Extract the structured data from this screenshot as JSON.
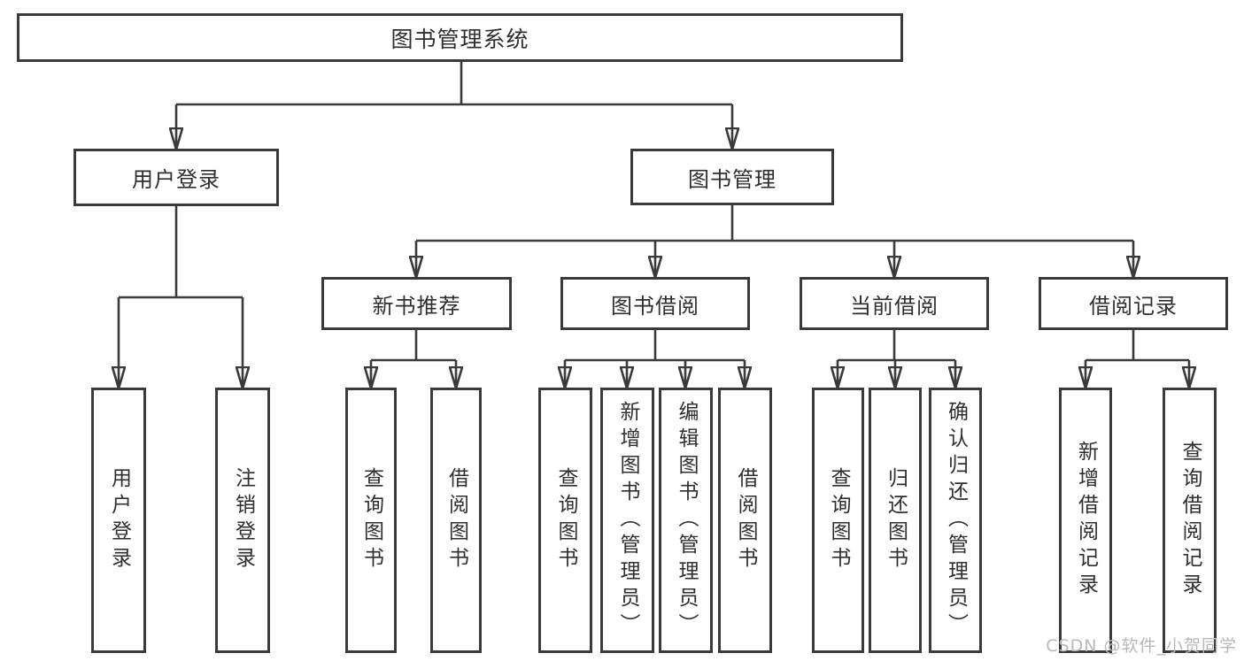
{
  "tree": {
    "label": "图书管理系统",
    "children": [
      {
        "label": "用户登录",
        "children": [
          {
            "label": "用户登录"
          },
          {
            "label": "注销登录"
          }
        ]
      },
      {
        "label": "图书管理",
        "children": [
          {
            "label": "新书推荐",
            "children": [
              {
                "label": "查询图书"
              },
              {
                "label": "借阅图书"
              }
            ]
          },
          {
            "label": "图书借阅",
            "children": [
              {
                "label": "查询图书"
              },
              {
                "label": "新增图书（管理员）"
              },
              {
                "label": "编辑图书（管理员）"
              },
              {
                "label": "借阅图书"
              }
            ]
          },
          {
            "label": "当前借阅",
            "children": [
              {
                "label": "查询图书"
              },
              {
                "label": "归还图书"
              },
              {
                "label": "确认归还（管理员）"
              }
            ]
          },
          {
            "label": "借阅记录",
            "children": [
              {
                "label": "新增借阅记录"
              },
              {
                "label": "查询借阅记录"
              }
            ]
          }
        ]
      }
    ]
  },
  "watermark": {
    "text": "CSDN @软件_小贺同学"
  },
  "colors": {
    "line": "#3a3a3a",
    "box_border": "#3a3a3a",
    "box_background": "#ffffff",
    "text": "#2f2f2f",
    "watermark": "#b8b8b8"
  }
}
